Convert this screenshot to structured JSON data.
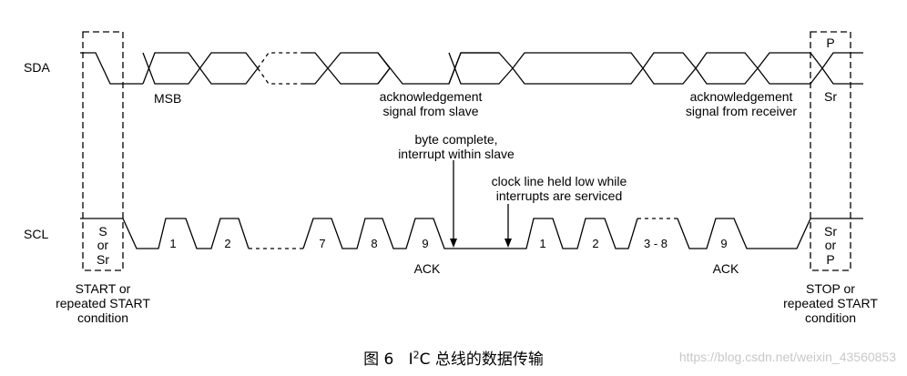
{
  "signals": {
    "sda": "SDA",
    "scl": "SCL"
  },
  "sda_labels": {
    "msb": "MSB",
    "ack_slave_1": "acknowledgement",
    "ack_slave_2": "signal from slave",
    "ack_receiver_1": "acknowledgement",
    "ack_receiver_2": "signal from receiver",
    "p": "P",
    "sr": "Sr"
  },
  "notes": {
    "byte_complete_1": "byte complete,",
    "byte_complete_2": "interrupt within slave",
    "clock_held_1": "clock line held low while",
    "clock_held_2": "interrupts are serviced"
  },
  "scl_boxes": {
    "start_1": "S",
    "start_2": "or",
    "start_3": "Sr",
    "stop_1": "Sr",
    "stop_2": "or",
    "stop_3": "P"
  },
  "first_byte_clocks": [
    "1",
    "2",
    "7",
    "8",
    "9"
  ],
  "second_byte_clocks": [
    "1",
    "2",
    "3 - 8",
    "9"
  ],
  "ack_labels": [
    "ACK",
    "ACK"
  ],
  "conditions": {
    "start_1": "START or",
    "start_2": "repeated START",
    "start_3": "condition",
    "stop_1": "STOP or",
    "stop_2": "repeated START",
    "stop_3": "condition"
  },
  "caption": {
    "prefix": "图 6",
    "i": "I",
    "sup": "2",
    "rest": "C 总线的数据传输"
  },
  "watermark": "https://blog.csdn.net/weixin_43560853"
}
